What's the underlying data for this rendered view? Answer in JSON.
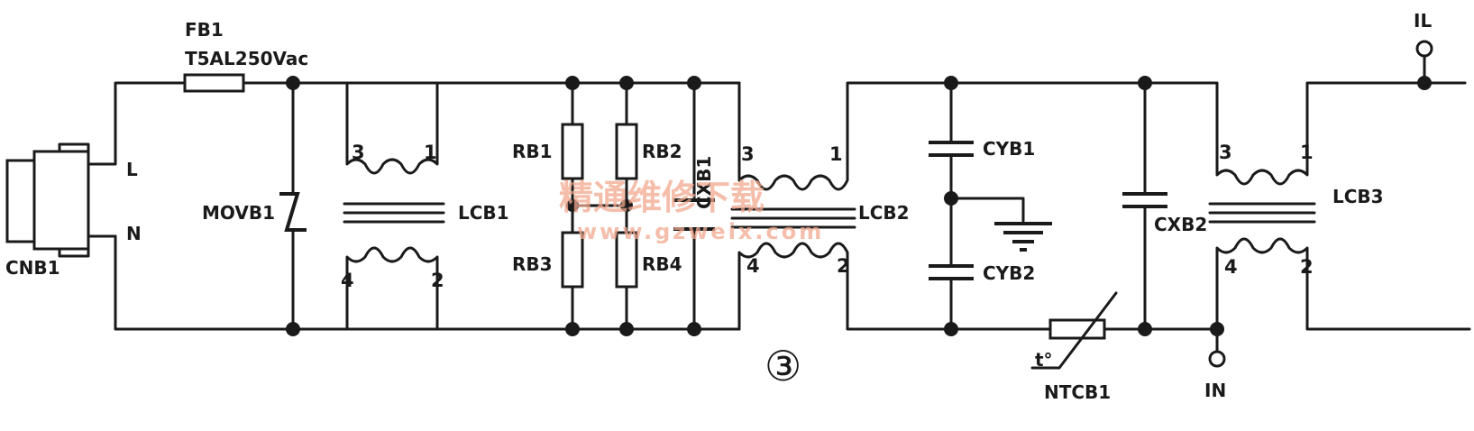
{
  "diagram": {
    "figure_number": "③",
    "watermark": {
      "text": "精通维修下载",
      "url": "www.gzweix.com"
    },
    "connector": {
      "ref": "CNB1",
      "pins": [
        "L",
        "N"
      ]
    },
    "fuse": {
      "ref": "FB1",
      "value": "T5AL250Vac"
    },
    "varistor": {
      "ref": "MOVB1"
    },
    "chokes": [
      {
        "ref": "LCB1",
        "pins": [
          "3",
          "1",
          "4",
          "2"
        ]
      },
      {
        "ref": "LCB2",
        "pins": [
          "3",
          "1",
          "4",
          "2"
        ]
      },
      {
        "ref": "LCB3",
        "pins": [
          "3",
          "1",
          "4",
          "2"
        ]
      }
    ],
    "resistors": [
      "RB1",
      "RB2",
      "RB3",
      "RB4"
    ],
    "capacitors": [
      "CXB1",
      "CYB1",
      "CYB2",
      "CXB2"
    ],
    "thermistor": {
      "ref": "NTCB1",
      "symbol": "t°"
    },
    "outputs": [
      "IL",
      "IN"
    ]
  }
}
